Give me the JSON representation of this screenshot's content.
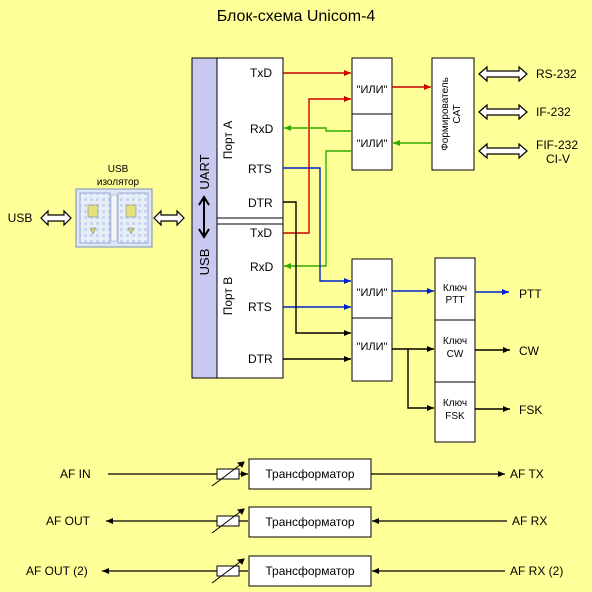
{
  "title": "Блок-схема Unicom-4",
  "usb": {
    "left_label": "USB",
    "isolator_line1": "USB",
    "isolator_line2": "изолятор"
  },
  "uart_bar": {
    "usb": "USB",
    "uart": "UART"
  },
  "port_a": {
    "name": "Порт А",
    "txd": "TxD",
    "rxd": "RxD",
    "rts": "RTS",
    "dtr": "DTR"
  },
  "port_b": {
    "name": "Порт В",
    "txd": "TxD",
    "rxd": "RxD",
    "rts": "RTS",
    "dtr": "DTR"
  },
  "or_gates": [
    "\"ИЛИ\"",
    "\"ИЛИ\"",
    "\"ИЛИ\"",
    "\"ИЛИ\""
  ],
  "cat_former": {
    "line1": "Формирователь",
    "line2": "CAT"
  },
  "cat_outputs": {
    "rs232": "RS-232",
    "if232": "IF-232",
    "fif232": "FIF-232",
    "civ": "CI-V"
  },
  "keys": [
    {
      "line1": "Ключ",
      "line2": "PTT",
      "output": "PTT"
    },
    {
      "line1": "Ключ",
      "line2": "CW",
      "output": "CW"
    },
    {
      "line1": "Ключ",
      "line2": "FSK",
      "output": "FSK"
    }
  ],
  "audio": [
    {
      "left": "AF IN",
      "transformer": "Трансформатор",
      "right": "AF TX"
    },
    {
      "left": "AF OUT",
      "transformer": "Трансформатор",
      "right": "AF RX"
    },
    {
      "left": "AF OUT (2)",
      "transformer": "Трансформатор",
      "right": "AF RX (2)"
    }
  ],
  "colors": {
    "red": "#cc0000",
    "green": "#33aa00",
    "blue": "#0022cc",
    "black": "#000000",
    "purple_bar": "#c8c8f0",
    "background": "#ffff99"
  }
}
